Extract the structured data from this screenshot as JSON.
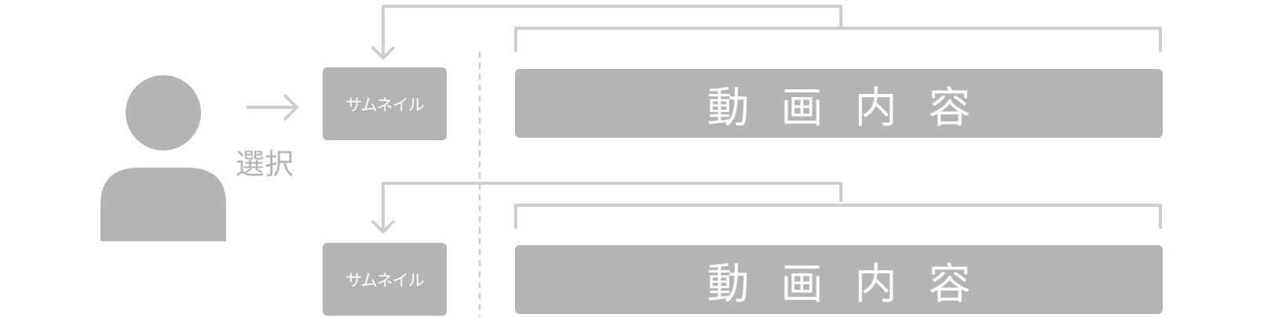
{
  "colors": {
    "box_fill": "#b4b4b4",
    "line": "#cdcdcd",
    "text_on_box": "#ffffff",
    "label": "#b4b4b4",
    "background": "#ffffff"
  },
  "user": {
    "icon": "person-icon"
  },
  "select_label": "選択",
  "rows": [
    {
      "thumbnail_label": "サムネイル",
      "content_label": "動画内容"
    },
    {
      "thumbnail_label": "サムネイル",
      "content_label": "動画内容"
    }
  ]
}
